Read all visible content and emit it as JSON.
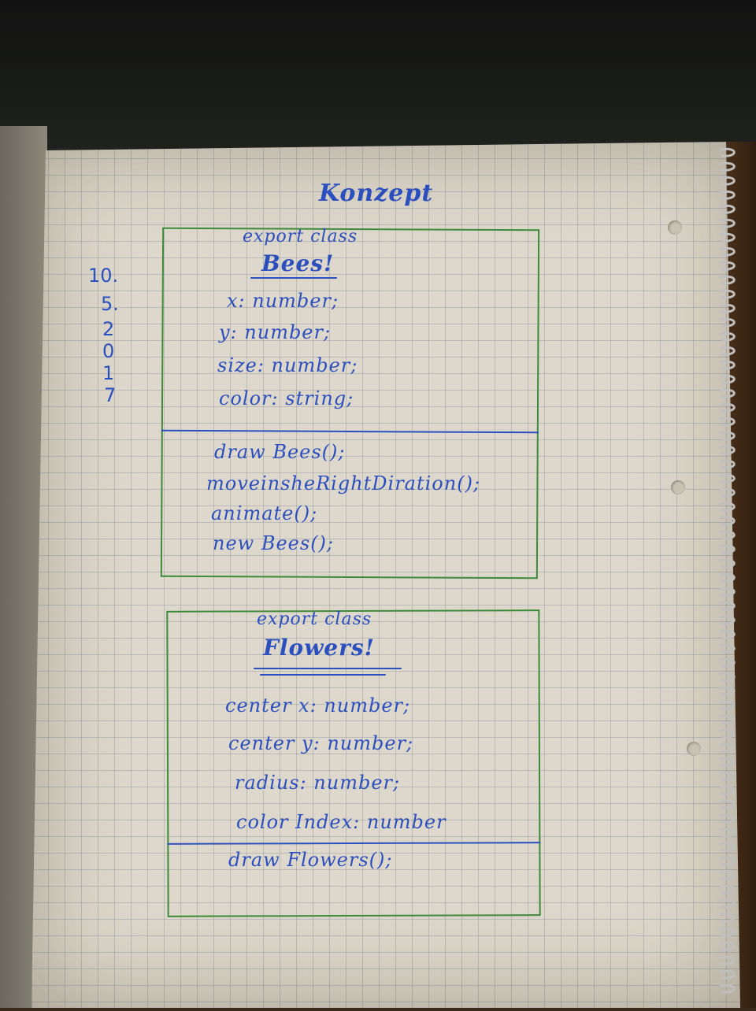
{
  "page_title": "Konzept",
  "margin_numbers": [
    "10.",
    "5.",
    "2",
    "0",
    "1",
    "7"
  ],
  "class_bees": {
    "header": "export class",
    "name": "Bees!",
    "fields": [
      "x: number;",
      "y: number;",
      "size: number;",
      "color: string;"
    ],
    "methods": [
      "draw Bees();",
      "moveinsheRightDiration();",
      "animate();",
      "new Bees();"
    ]
  },
  "class_flowers": {
    "header": "export class",
    "name": "Flowers!",
    "fields": [
      "center x: number;",
      "center y: number;",
      "radius: number;",
      "color Index: number"
    ],
    "methods": [
      "draw Flowers();"
    ]
  },
  "colors": {
    "ink_blue": "#2b4fbf",
    "box_green": "#3e8a3a",
    "paper": "#ddd8cb"
  }
}
